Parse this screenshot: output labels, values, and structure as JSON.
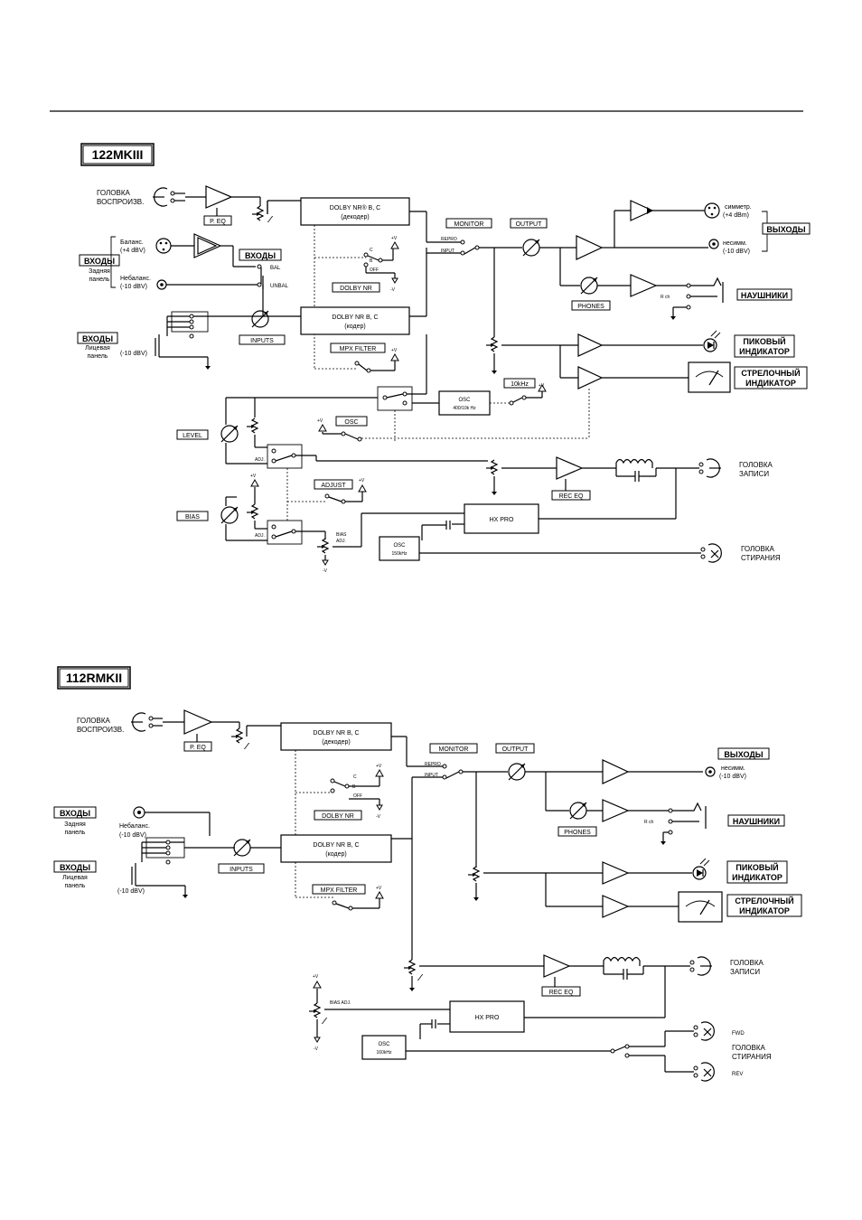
{
  "diagram_122": {
    "model": "122MKIII",
    "playback_head": [
      "ГОЛОВКА",
      "ВОСПРОИЗВ."
    ],
    "p_eq": "P. EQ",
    "dolby_decoder": [
      "DOLBY NR® B, C",
      "(декодер)"
    ],
    "dolby_encoder": [
      "DOLBY NR B, C",
      "(кодер)"
    ],
    "monitor": "MONITOR",
    "output": "OUTPUT",
    "repro": "REPRO",
    "input": "INPUT",
    "balanced_out": [
      "симметр.",
      "(+4 dBm)"
    ],
    "unbalanced_out": [
      "несимм.",
      "(-10 dBV)"
    ],
    "outputs": "ВЫХОДЫ",
    "phones": "PHONES",
    "headphones": "НАУШНИКИ",
    "rch": "R ch",
    "rear_inputs": [
      "ВХОДЫ",
      "Задняя",
      "панель"
    ],
    "balanced_in": [
      "Баланс.",
      "(+4 dBV)"
    ],
    "unbalanced_in": [
      "Небаланс.",
      "(-10 dBV)"
    ],
    "inputs_label": "ВХОДЫ",
    "bal": "BAL",
    "unbal": "UNBAL",
    "dolby_nr": "DOLBY NR",
    "switch_c": "C",
    "switch_b": "B",
    "switch_off": "OFF",
    "plus_v": "+V",
    "minus_v": "-V",
    "front_inputs": [
      "ВХОДЫ",
      "Лицевая",
      "панель"
    ],
    "front_level": "(-10 dBV)",
    "inputs_knob": "INPUTS",
    "mpx_filter": "MPX FILTER",
    "peak": [
      "ПИКОВЫЙ",
      "ИНДИКАТОР"
    ],
    "meter": [
      "СТРЕЛОЧНЫЙ",
      "ИНДИКАТОР"
    ],
    "ten_khz": "10kHz",
    "osc_test": [
      "OSC",
      "400/10k Hz"
    ],
    "level": "LEVEL",
    "osc": "OSC",
    "adj": "ADJ.",
    "adjust": "ADJUST",
    "rec_eq": "REC EQ",
    "rec_head": [
      "ГОЛОВКА",
      "ЗАПИСИ"
    ],
    "bias": "BIAS",
    "bias_adj": [
      "BIAS",
      "ADJ."
    ],
    "hx_pro": "HX  PRO",
    "osc_bias": [
      "OSC",
      "150kHz"
    ],
    "erase_head": [
      "ГОЛОВКА",
      "СТИРАНИЯ"
    ]
  },
  "diagram_112": {
    "model": "112RMKII",
    "playback_head": [
      "ГОЛОВКА",
      "ВОСПРОИЗВ."
    ],
    "p_eq": "P. EQ",
    "dolby_decoder": [
      "DOLBY NR  B, C",
      "(декодер)"
    ],
    "dolby_encoder": [
      "DOLBY NR  B, C",
      "(кодер)"
    ],
    "monitor": "MONITOR",
    "output": "OUTPUT",
    "repro": "REPRO",
    "input": "INPUT",
    "outputs": "ВЫХОДЫ",
    "unbalanced_out": [
      "несимм.",
      "(-10 dBV)"
    ],
    "dolby_nr": "DOLBY NR",
    "switch_c": "C",
    "switch_b": "B",
    "switch_off": "OFF",
    "plus_v": "+V",
    "minus_v": "-V",
    "phones": "PHONES",
    "headphones": "НАУШНИКИ",
    "rch": "R ch",
    "rear_inputs": [
      "ВХОДЫ",
      "Задняя",
      "панель"
    ],
    "unbalanced_in": [
      "Небаланс.",
      "(-10 dBV)"
    ],
    "front_inputs": [
      "ВХОДЫ",
      "Лицевая",
      "панель"
    ],
    "front_level": "(-10 dBV)",
    "inputs_knob": "INPUTS",
    "mpx_filter": "MPX FILTER",
    "peak": [
      "ПИКОВЫЙ",
      "ИНДИКАТОР"
    ],
    "meter": [
      "СТРЕЛОЧНЫЙ",
      "ИНДИКАТОР"
    ],
    "rec_eq": "REC EQ",
    "rec_head": [
      "ГОЛОВКА",
      "ЗАПИСИ"
    ],
    "bias_adj": "BIAS ADJ.",
    "hx_pro": "HX  PRO",
    "osc_bias": [
      "OSC",
      "160kHz"
    ],
    "fwd": "FWD",
    "rev": "REV",
    "erase_head": [
      "ГОЛОВКА",
      "СТИРАНИЯ"
    ]
  }
}
